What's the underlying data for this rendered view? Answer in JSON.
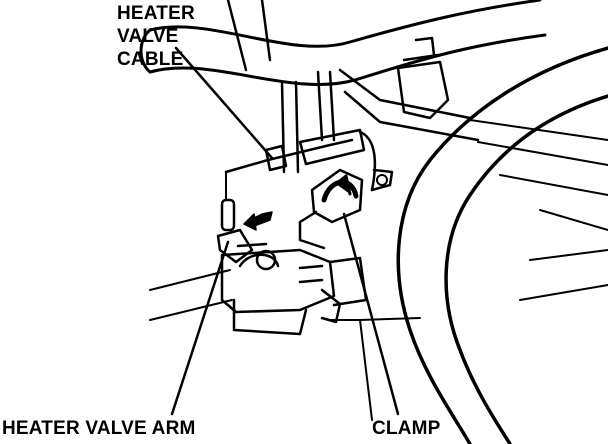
{
  "labels": {
    "heater_valve_cable": [
      "HEATER",
      "VALVE",
      "CABLE"
    ],
    "heater_valve_arm": "HEATER VALVE ARM",
    "clamp": "CLAMP"
  },
  "colors": {
    "ink": "#000000",
    "paper": "#ffffff"
  }
}
